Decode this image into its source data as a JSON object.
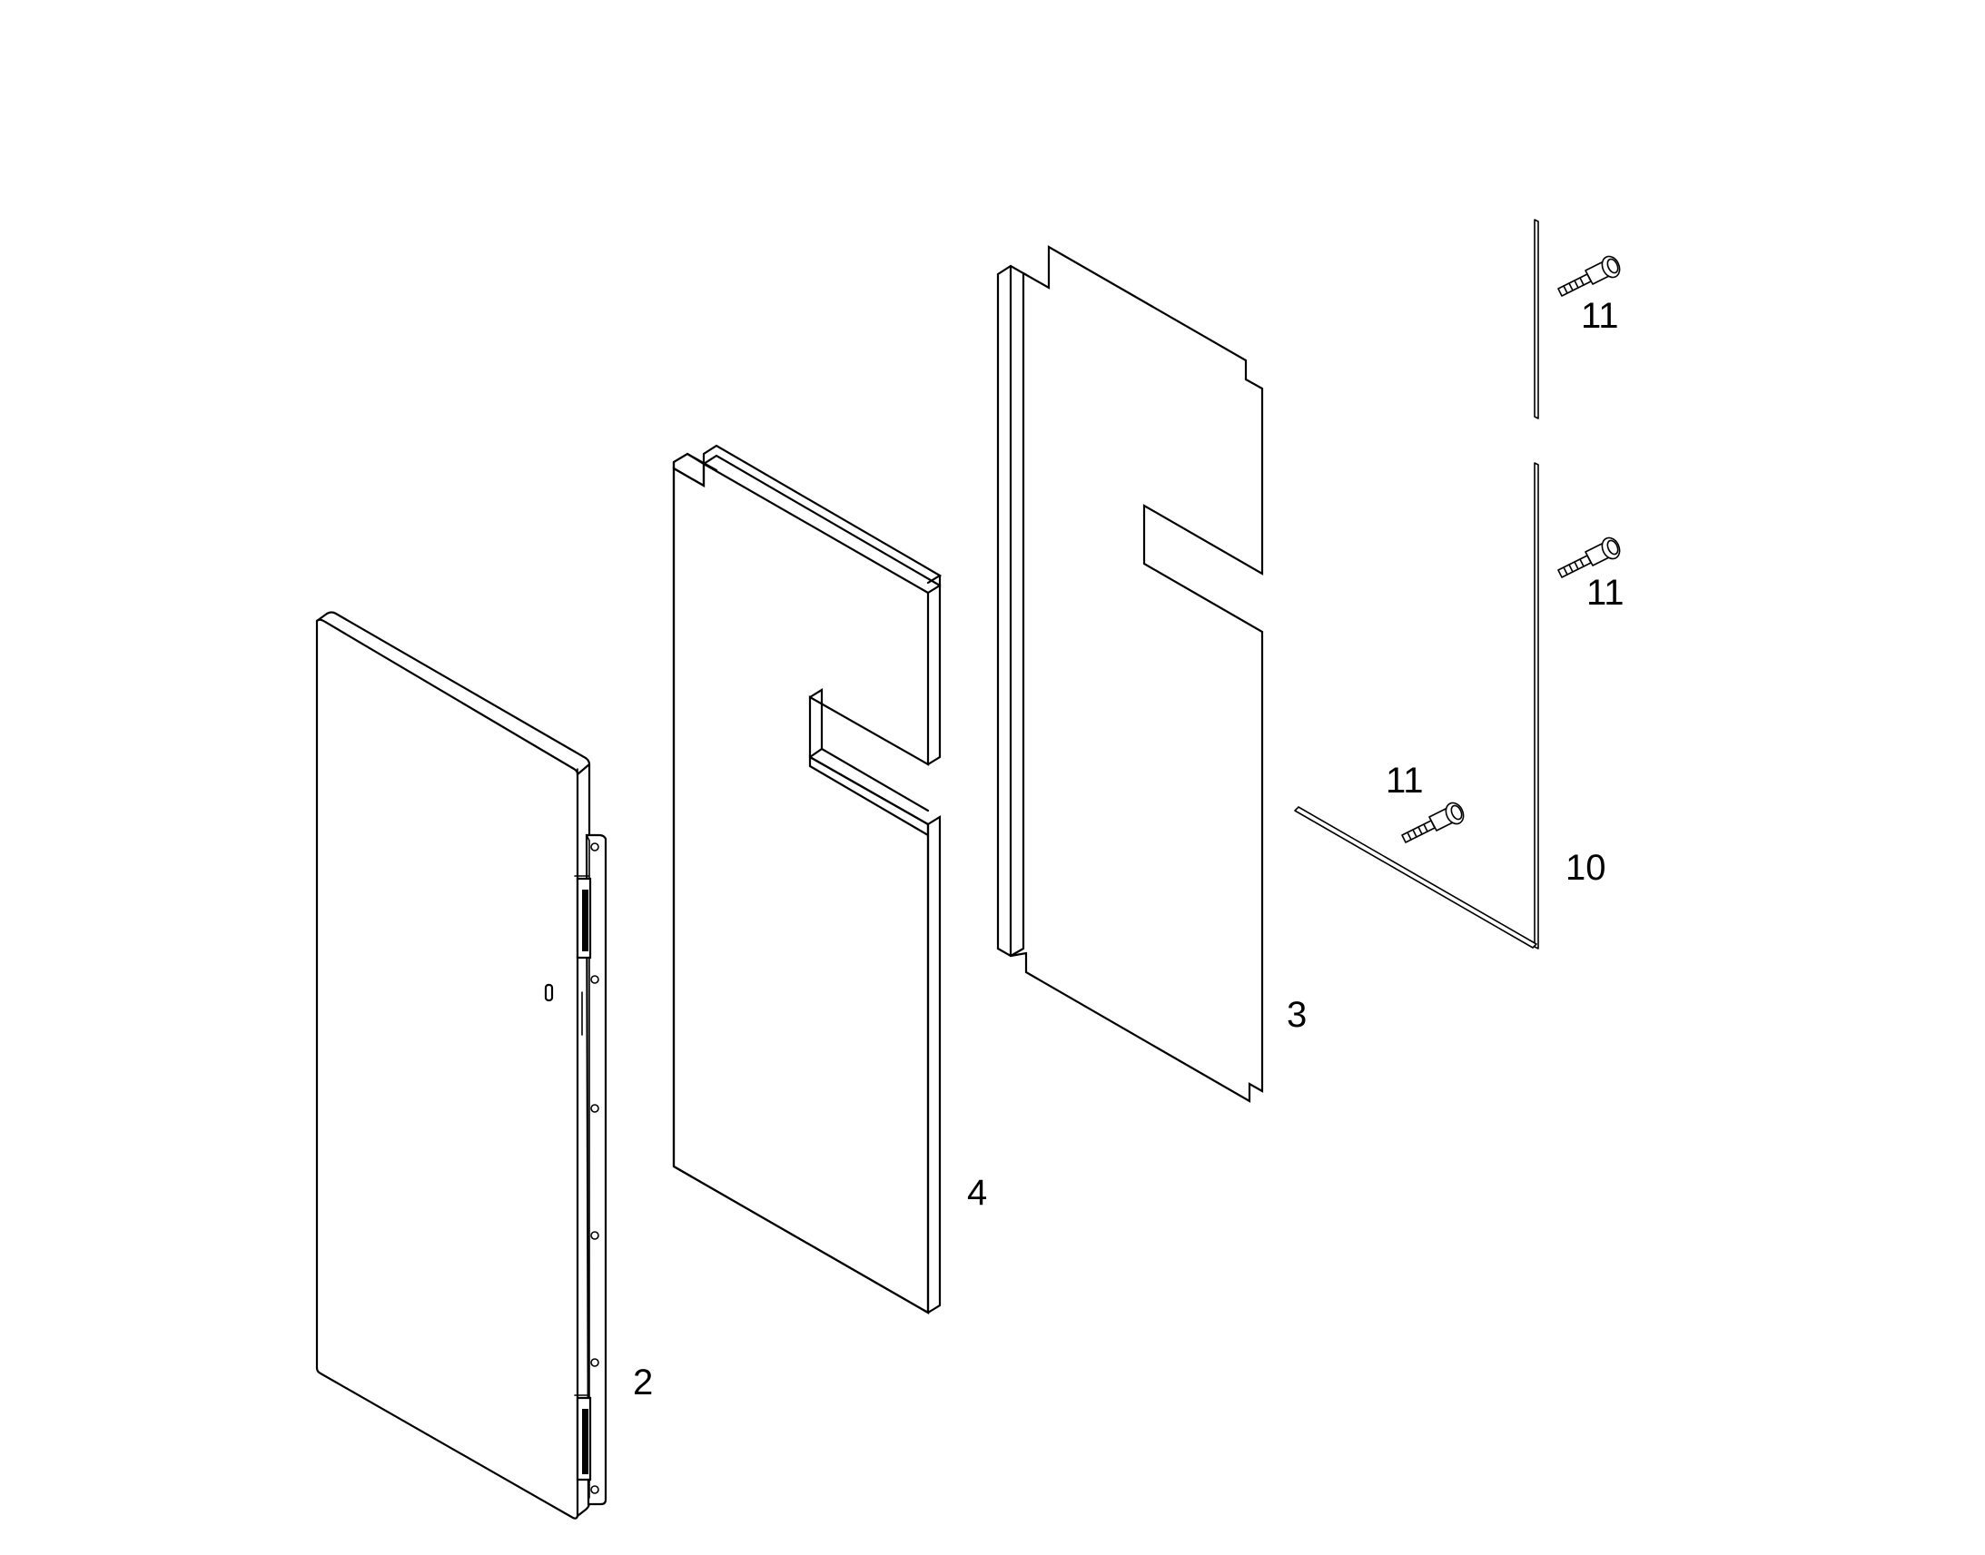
{
  "callouts": {
    "door_panel": "2",
    "back_panel": "3",
    "insulation_panel": "4",
    "strip": "10",
    "screw_top": "11",
    "screw_mid": "11",
    "screw_low": "11"
  }
}
